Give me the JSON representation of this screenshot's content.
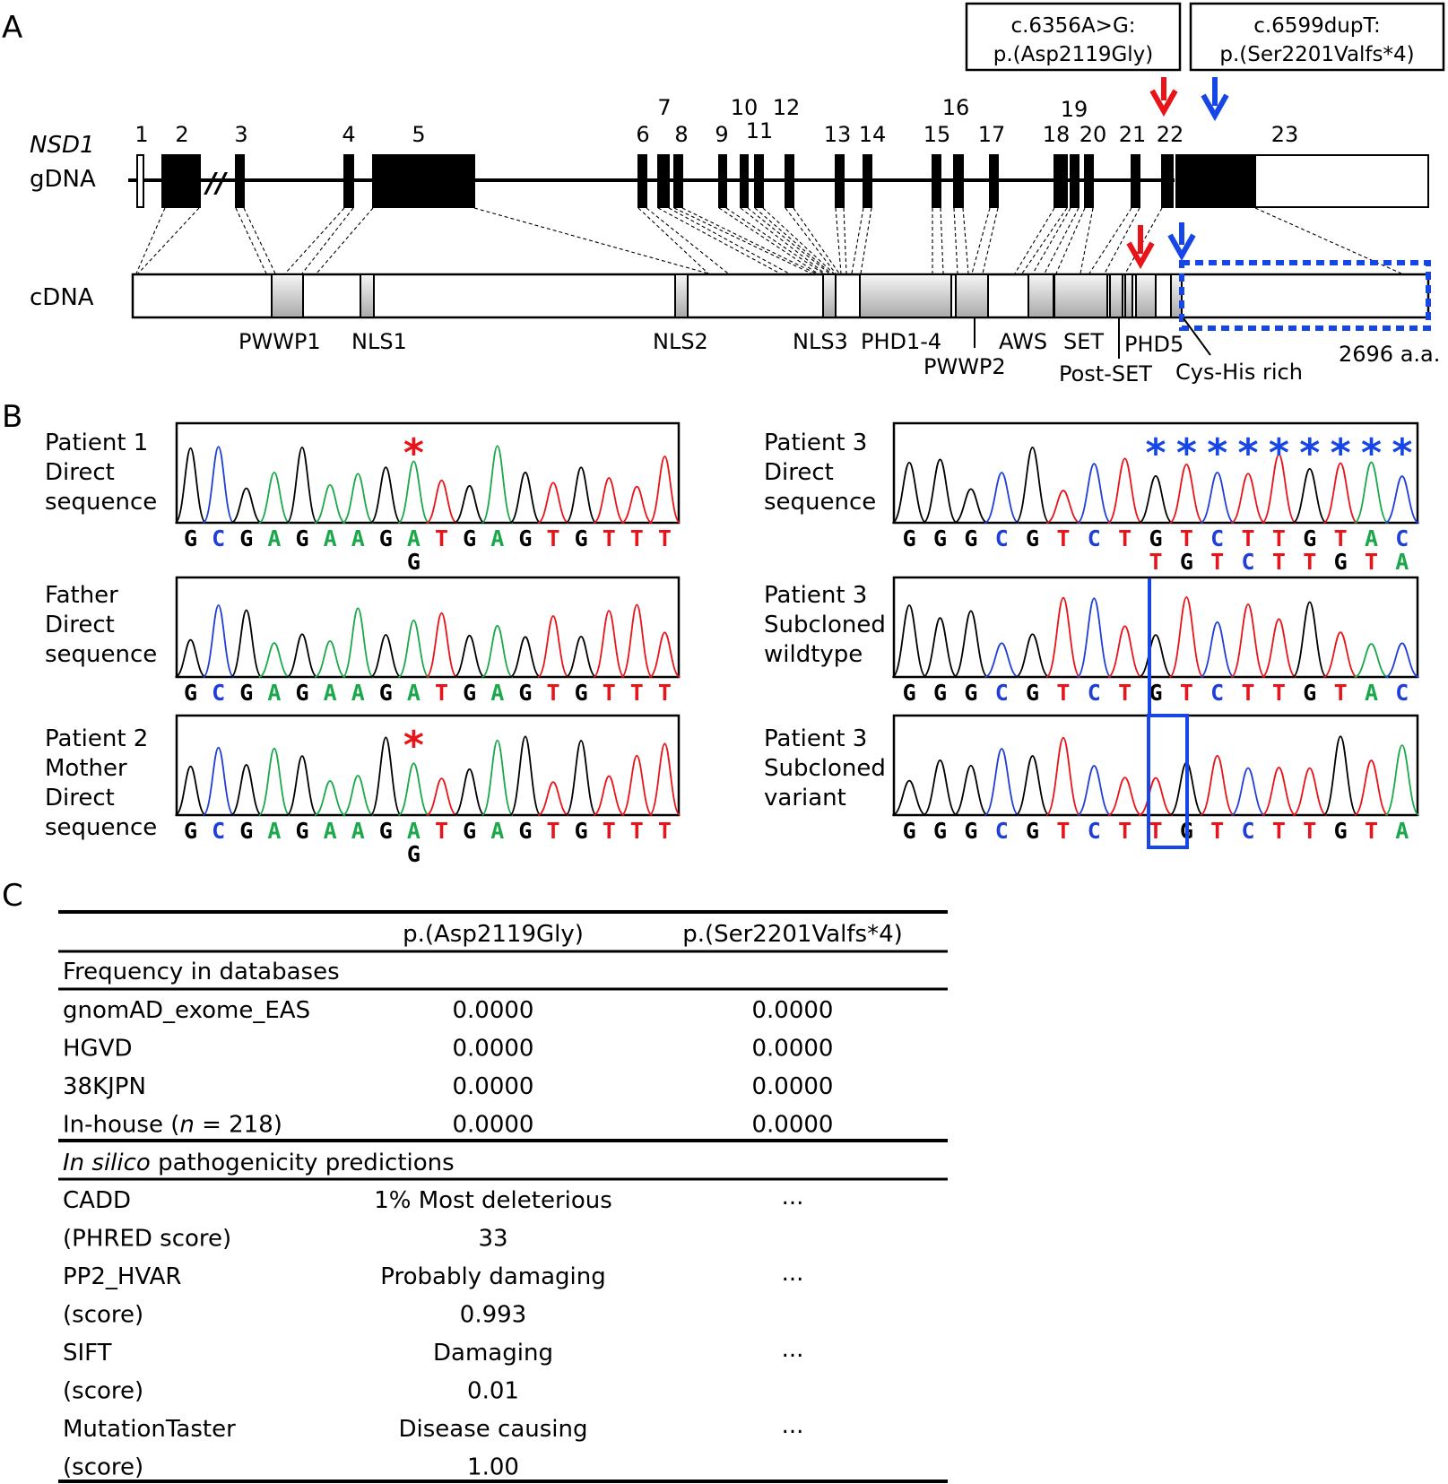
{
  "panel_labels": {
    "a": "A",
    "b": "B",
    "c": "C"
  },
  "panel_a": {
    "gene_name": "NSD1",
    "gdna_label": "gDNA",
    "cdna_label": "cDNA",
    "exon_numbers": [
      "1",
      "2",
      "3",
      "4",
      "5",
      "6",
      "7",
      "8",
      "9",
      "10",
      "11",
      "12",
      "13",
      "14",
      "15",
      "16",
      "17",
      "18",
      "19",
      "20",
      "21",
      "22",
      "23"
    ],
    "break_mark": "//",
    "variant1_box": [
      "c.6356A>G:",
      "p.(Asp2119Gly)"
    ],
    "variant2_box": [
      "c.6599dupT:",
      "p.(Ser2201Valfs*4)"
    ],
    "domain_labels": {
      "pwwp1": "PWWP1",
      "nls1": "NLS1",
      "nls2": "NLS2",
      "nls3": "NLS3",
      "phd14": "PHD1-4",
      "pwwp2": "PWWP2",
      "aws": "AWS",
      "set": "SET",
      "phd5": "PHD5",
      "postset": "Post-SET",
      "cyshis": "Cys-His rich"
    },
    "protein_length": "2696 a.a.",
    "colors": {
      "variant1": "#e8141a",
      "variant2": "#1746e6"
    }
  },
  "panel_b": {
    "traces": [
      {
        "label": [
          "Patient 1",
          "Direct",
          "sequence"
        ],
        "marker": "*",
        "bases": [
          "G",
          "C",
          "G",
          "A",
          "G",
          "A",
          "A",
          "G",
          "A",
          "T",
          "G",
          "A",
          "G",
          "T",
          "G",
          "T",
          "T",
          "T"
        ],
        "second_row": {
          "index": 8,
          "base": "G"
        }
      },
      {
        "label": [
          "Father",
          "Direct",
          "sequence"
        ],
        "bases": [
          "G",
          "C",
          "G",
          "A",
          "G",
          "A",
          "A",
          "G",
          "A",
          "T",
          "G",
          "A",
          "G",
          "T",
          "G",
          "T",
          "T",
          "T"
        ]
      },
      {
        "label": [
          "Patient 2",
          "Mother",
          "Direct",
          "sequence"
        ],
        "marker": "*",
        "bases": [
          "G",
          "C",
          "G",
          "A",
          "G",
          "A",
          "A",
          "G",
          "A",
          "T",
          "G",
          "A",
          "G",
          "T",
          "G",
          "T",
          "T",
          "T"
        ],
        "second_row": {
          "index": 8,
          "base": "G"
        }
      },
      {
        "label": [
          "Patient 3",
          "Direct",
          "sequence"
        ],
        "markers": [
          "*",
          "*",
          "*",
          "*",
          "*",
          "*",
          "*",
          "*",
          "*"
        ],
        "bases": [
          "G",
          "G",
          "G",
          "C",
          "G",
          "T",
          "C",
          "T",
          "G",
          "T",
          "C",
          "T",
          "T",
          "G",
          "T",
          "A",
          "C"
        ],
        "second_row_bases": [
          "T",
          "G",
          "T",
          "C",
          "T",
          "T",
          "G",
          "T",
          "A"
        ]
      },
      {
        "label": [
          "Patient 3",
          "Subcloned",
          "wildtype"
        ],
        "bases": [
          "G",
          "G",
          "G",
          "C",
          "G",
          "T",
          "C",
          "T",
          "G",
          "T",
          "C",
          "T",
          "T",
          "G",
          "T",
          "A",
          "C"
        ]
      },
      {
        "label": [
          "Patient 3",
          "Subcloned",
          "variant"
        ],
        "bases": [
          "G",
          "G",
          "G",
          "C",
          "G",
          "T",
          "C",
          "T",
          "T",
          "G",
          "T",
          "C",
          "T",
          "T",
          "G",
          "T",
          "A"
        ]
      }
    ],
    "base_colors": {
      "A": "#1aa84a",
      "C": "#1f3fd6",
      "G": "#000000",
      "T": "#e8141a"
    }
  },
  "panel_c": {
    "columns": [
      "",
      "p.(Asp2119Gly)",
      "p.(Ser2201Valfs*4)"
    ],
    "section1": "Frequency in databases",
    "freq_rows": [
      {
        "name": "gnomAD_exome_EAS",
        "v1": "0.0000",
        "v2": "0.0000"
      },
      {
        "name": "HGVD",
        "v1": "0.0000",
        "v2": "0.0000"
      },
      {
        "name": "38KJPN",
        "v1": "0.0000",
        "v2": "0.0000"
      },
      {
        "name": "In-house (",
        "name_italic": "n",
        "name_tail": " = 218)",
        "v1": "0.0000",
        "v2": "0.0000"
      }
    ],
    "section2_italic": "In silico",
    "section2_rest": " pathogenicity predictions",
    "pred_rows": [
      {
        "name": "CADD",
        "v1": "1% Most deleterious",
        "v2": "..."
      },
      {
        "name": " (PHRED score)",
        "v1": "33",
        "v2": ""
      },
      {
        "name": "PP2_HVAR",
        "v1": "Probably damaging",
        "v2": "..."
      },
      {
        "name": " (score)",
        "v1": "0.993",
        "v2": ""
      },
      {
        "name": "SIFT",
        "v1": "Damaging",
        "v2": "..."
      },
      {
        "name": " (score)",
        "v1": "0.01",
        "v2": ""
      },
      {
        "name": "MutationTaster",
        "v1": "Disease causing",
        "v2": "..."
      },
      {
        "name": " (score)",
        "v1": "1.00",
        "v2": ""
      }
    ]
  }
}
